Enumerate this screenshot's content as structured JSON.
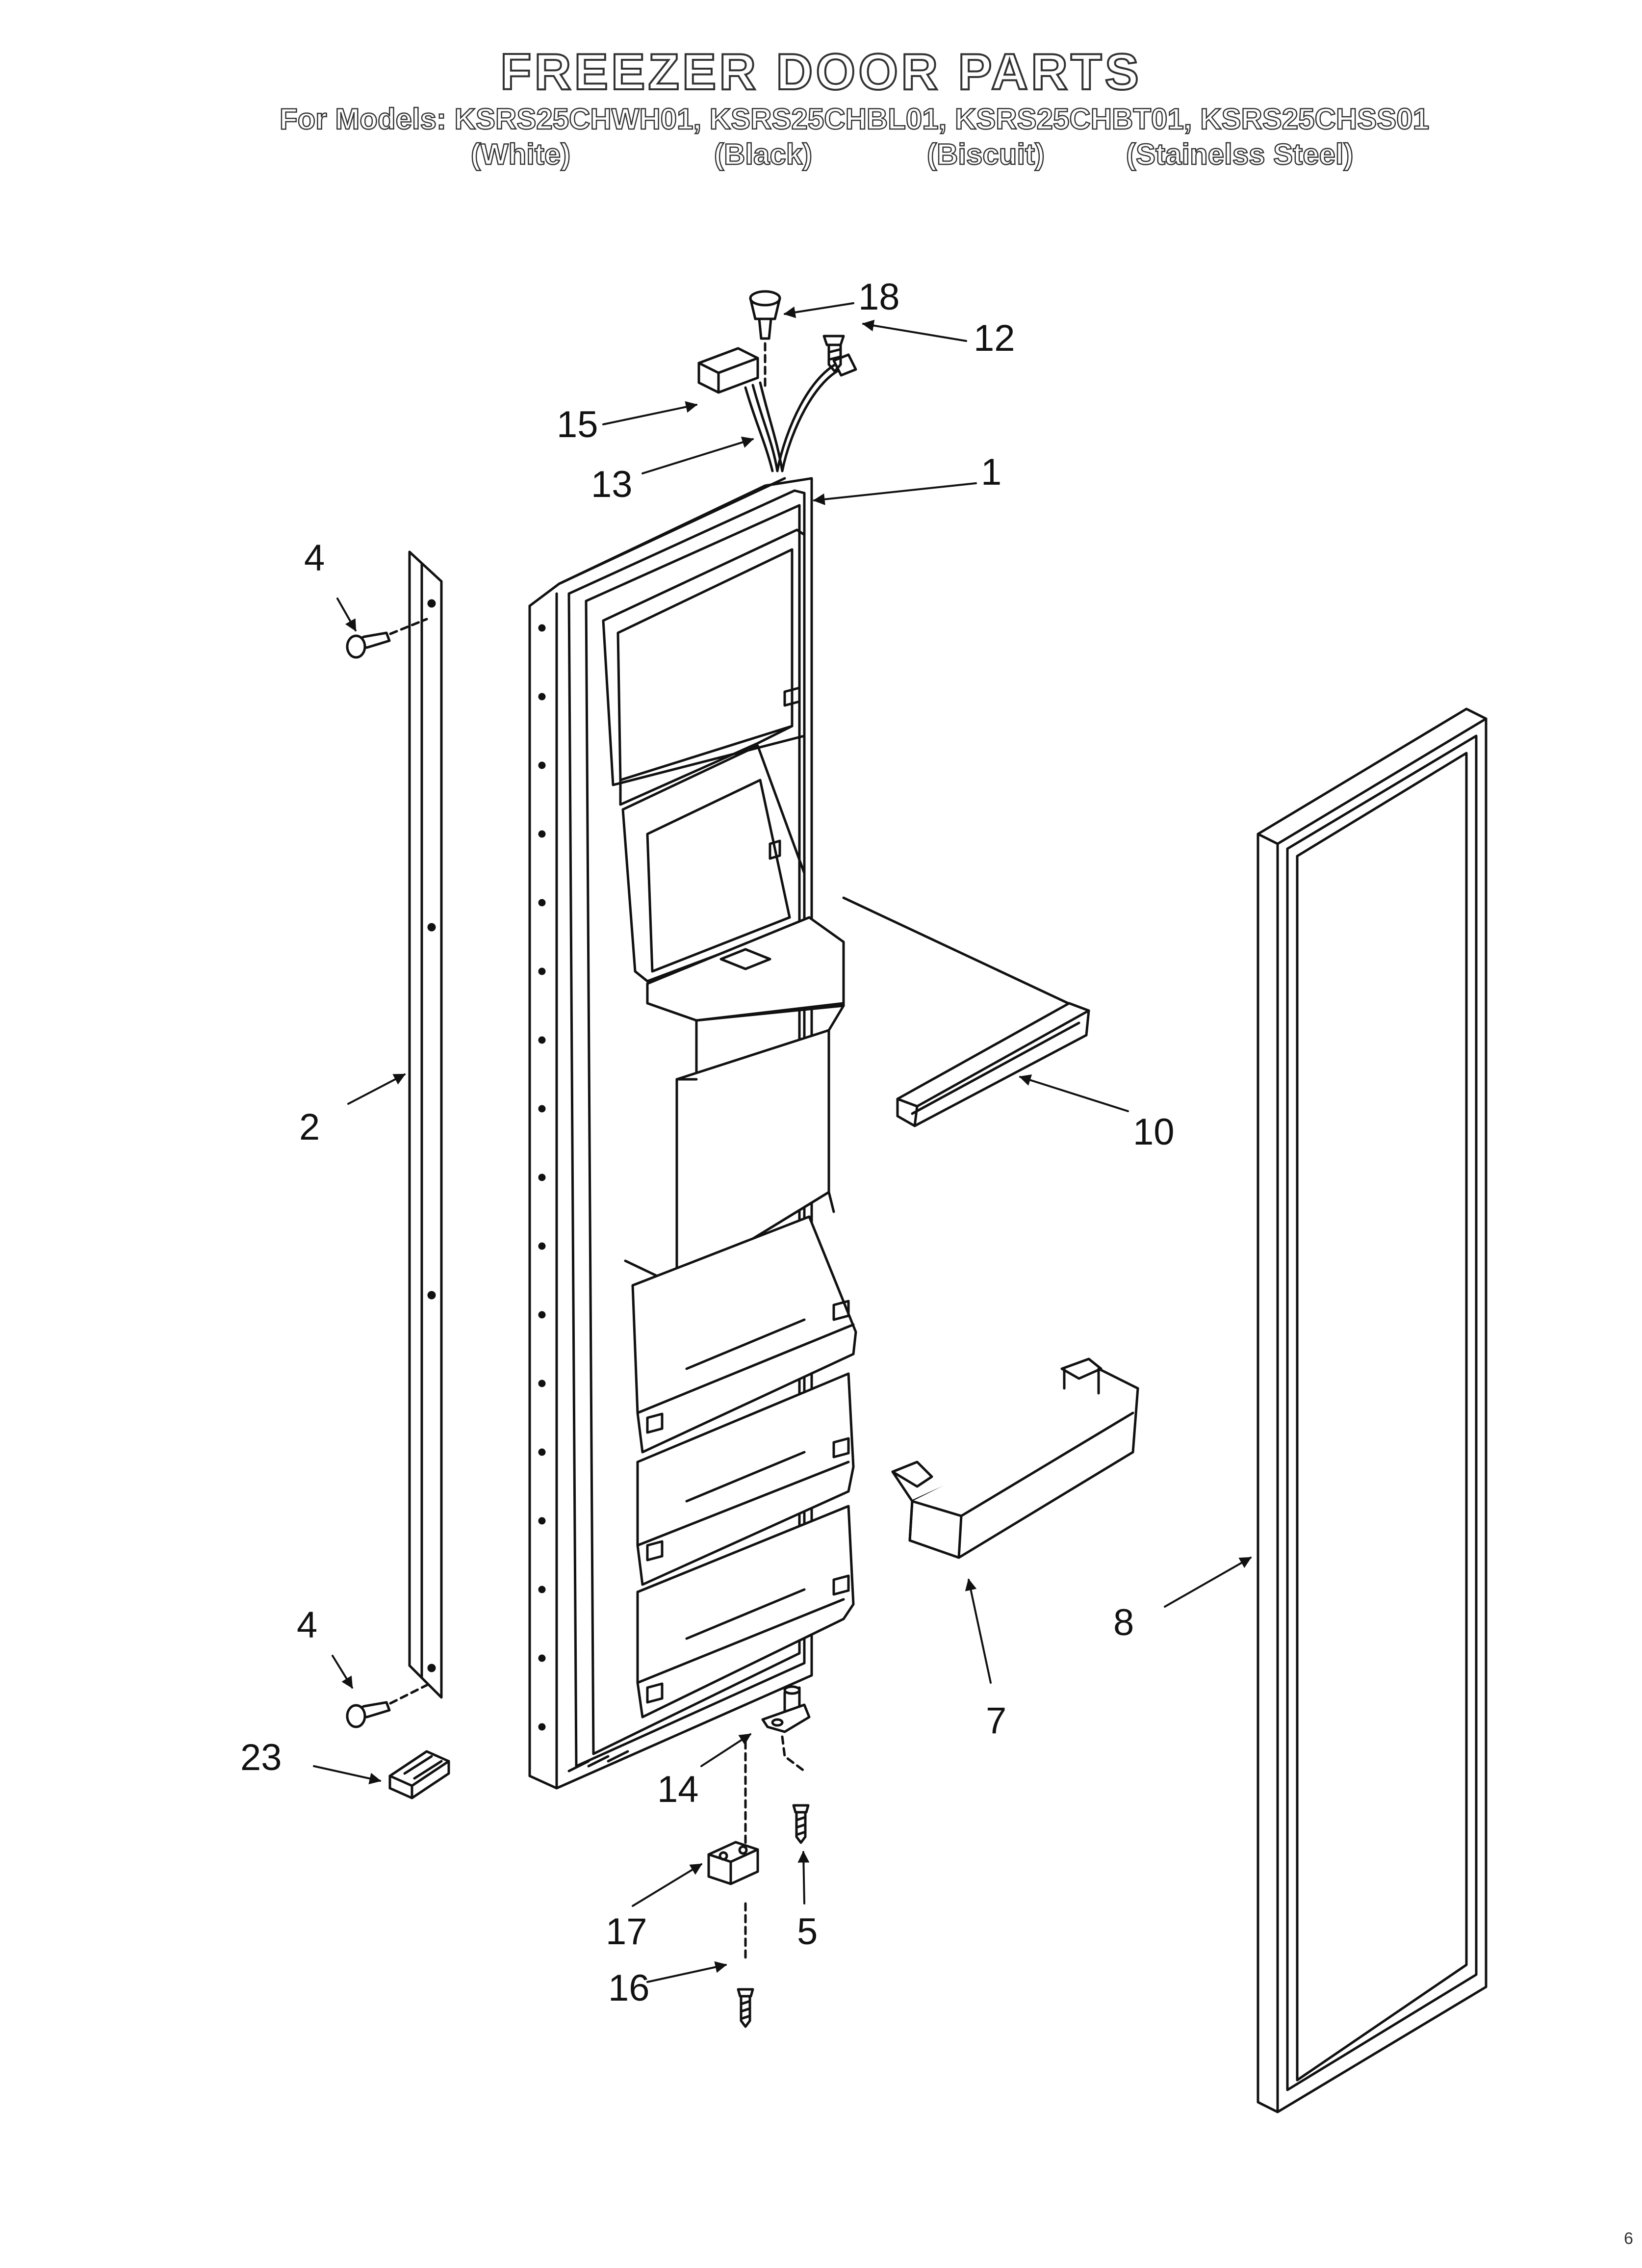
{
  "header": {
    "title": "FREEZER DOOR PARTS",
    "models_line": "For Models: KSRS25CHWH01, KSRS25CHBL01, KSRS25CHBT01, KSRS25CHSS01",
    "colors": [
      "(White)",
      "(Black)",
      "(Biscuit)",
      "(Stainelss Steel)"
    ]
  },
  "callouts": {
    "c1": "1",
    "c2": "2",
    "c4a": "4",
    "c4b": "4",
    "c5": "5",
    "c7": "7",
    "c8": "8",
    "c10": "10",
    "c12": "12",
    "c13": "13",
    "c14": "14",
    "c15": "15",
    "c16": "16",
    "c17": "17",
    "c18": "18",
    "c23": "23"
  },
  "footer": {
    "page_number": "6"
  }
}
